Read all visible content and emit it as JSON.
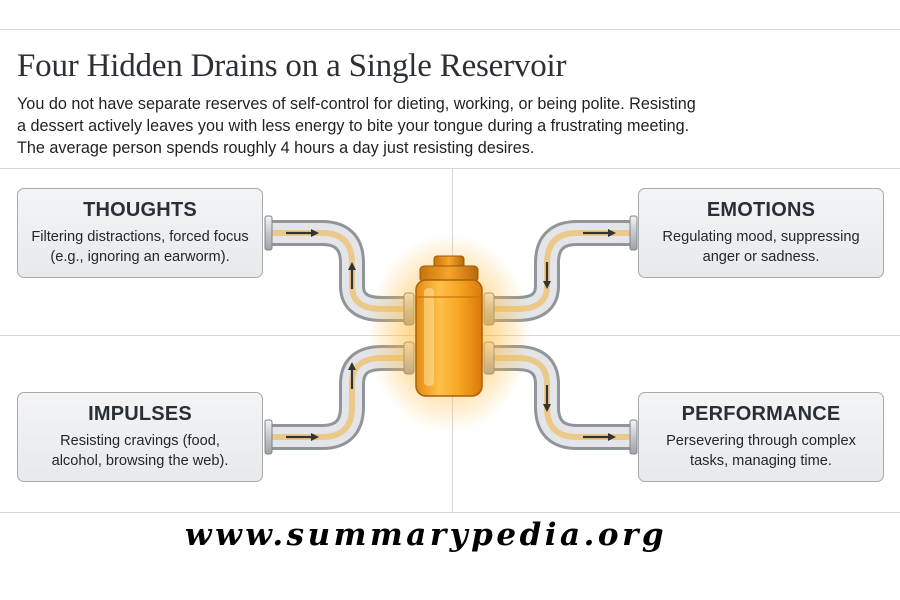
{
  "title": "Four Hidden Drains on a Single Reservoir",
  "intro": [
    "You do not have separate reserves of self-control for dieting, working, or being polite. Resisting",
    "a dessert actively leaves you with less energy to bite your tongue during a frustrating meeting.",
    "The average person spends roughly 4 hours a day just resisting desires."
  ],
  "cards": {
    "thoughts": {
      "title": "THOUGHTS",
      "lines": [
        "Filtering distractions, forced focus",
        "(e.g., ignoring an earworm)."
      ]
    },
    "emotions": {
      "title": "EMOTIONS",
      "lines": [
        "Regulating mood, suppressing",
        "anger or sadness."
      ]
    },
    "impulses": {
      "title": "IMPULSES",
      "lines": [
        "Resisting cravings (food,",
        "alcohol, browsing the web)."
      ]
    },
    "performance": {
      "title": "PERFORMANCE",
      "lines": [
        "Persevering through complex",
        "tasks, managing time."
      ]
    }
  },
  "watermark": "www.summarypedia.org",
  "colors": {
    "reservoir_glow": "#ffb733",
    "reservoir_fill": "#f7a21b",
    "pipe": "#c9ccd0",
    "flow": "#f2b33d",
    "arrow": "#333333",
    "card_border": "#a6abb0"
  },
  "icons": [
    "battery-reservoir-icon",
    "pipe-arrow-icon"
  ]
}
